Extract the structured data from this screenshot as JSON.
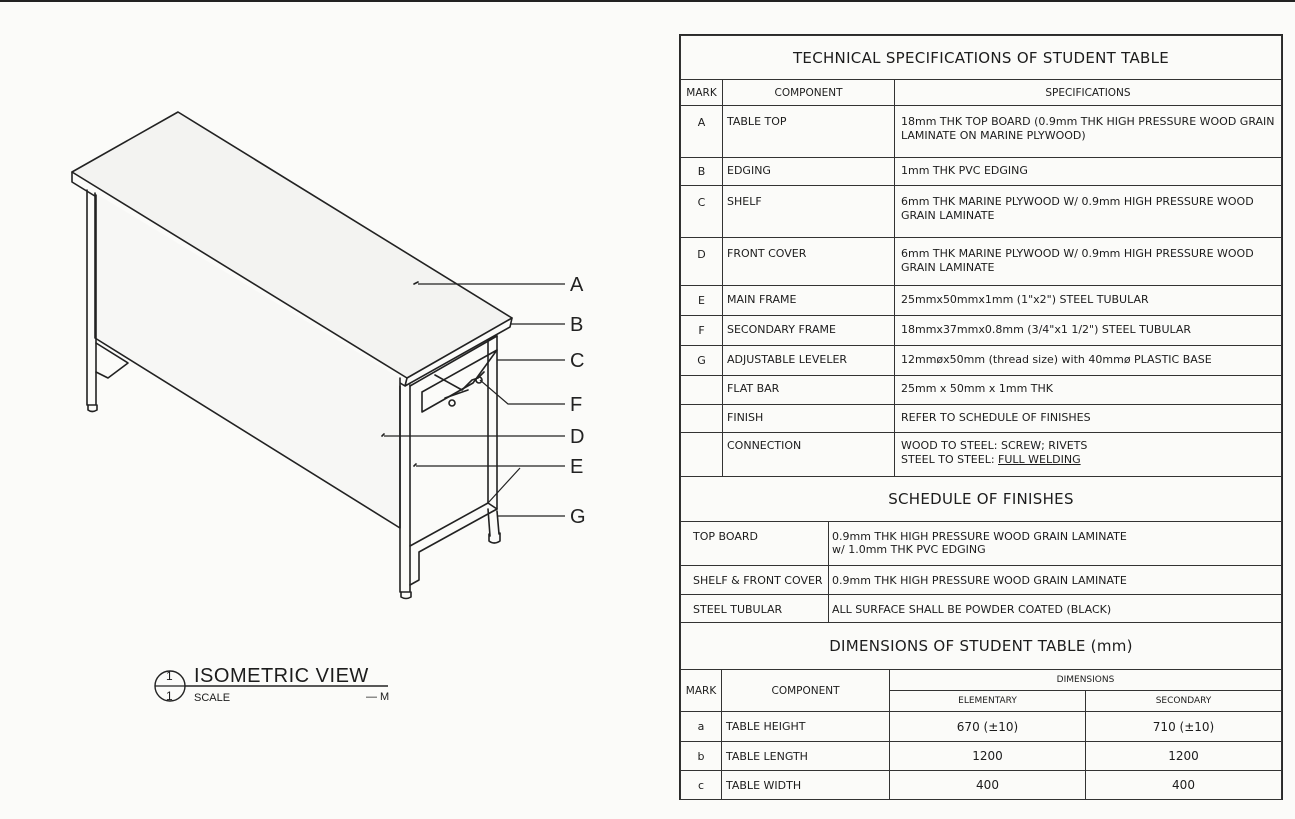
{
  "drawing": {
    "callouts": [
      "A",
      "B",
      "C",
      "D",
      "E",
      "F",
      "G"
    ],
    "view_title": {
      "number_top": "1",
      "number_bottom": "1",
      "title": "ISOMETRIC VIEW",
      "scale_label": "SCALE",
      "scale_value": "— M"
    }
  },
  "specs": {
    "title": "TECHNICAL  SPECIFICATIONS  OF  STUDENT  TABLE",
    "headers": {
      "mark": "MARK",
      "component": "COMPONENT",
      "specifications": "SPECIFICATIONS"
    },
    "rows": [
      {
        "mark": "A",
        "component": "TABLE TOP",
        "spec": "18mm THK TOP BOARD (0.9mm THK HIGH PRESSURE WOOD GRAIN LAMINATE ON MARINE PLYWOOD)"
      },
      {
        "mark": "B",
        "component": "EDGING",
        "spec": "1mm THK PVC EDGING"
      },
      {
        "mark": "C",
        "component": "SHELF",
        "spec": "6mm THK MARINE PLYWOOD W/ 0.9mm HIGH PRESSURE WOOD GRAIN LAMINATE"
      },
      {
        "mark": "D",
        "component": "FRONT COVER",
        "spec": "6mm THK MARINE PLYWOOD W/ 0.9mm HIGH PRESSURE WOOD GRAIN LAMINATE"
      },
      {
        "mark": "E",
        "component": "MAIN FRAME",
        "spec": "25mmx50mmx1mm (1\"x2\") STEEL TUBULAR"
      },
      {
        "mark": "F",
        "component": "SECONDARY FRAME",
        "spec": "18mmx37mmx0.8mm (3/4\"x1 1/2\") STEEL TUBULAR"
      },
      {
        "mark": "G",
        "component": "ADJUSTABLE LEVELER",
        "spec": "12mmøx50mm (thread size) with 40mmø PLASTIC BASE"
      },
      {
        "mark": "",
        "component": "FLAT BAR",
        "spec": "25mm x 50mm x 1mm THK"
      },
      {
        "mark": "",
        "component": "FINISH",
        "spec": "REFER TO SCHEDULE OF FINISHES"
      }
    ],
    "connection": {
      "component": "CONNECTION",
      "line1_prefix": "WOOD TO STEEL: SCREW; RIVETS",
      "line2_prefix": "STEEL TO STEEL: ",
      "line2_underlined": "FULL WELDING"
    }
  },
  "finishes": {
    "title": "SCHEDULE  OF  FINISHES",
    "rows": [
      {
        "item": "TOP BOARD",
        "value_line1": "0.9mm THK HIGH PRESSURE WOOD GRAIN LAMINATE",
        "value_line2": "w/ 1.0mm THK PVC EDGING"
      },
      {
        "item": "SHELF & FRONT COVER",
        "value_line1": "0.9mm THK HIGH PRESSURE WOOD GRAIN LAMINATE",
        "value_line2": ""
      },
      {
        "item": "STEEL TUBULAR",
        "value_line1": "ALL SURFACE SHALL BE POWDER COATED (BLACK)",
        "value_line2": ""
      }
    ]
  },
  "dimensions": {
    "title": "DIMENSIONS  OF  STUDENT  TABLE  (mm)",
    "headers": {
      "mark": "MARK",
      "component": "COMPONENT",
      "dimensions": "DIMENSIONS",
      "elementary": "ELEMENTARY",
      "secondary": "SECONDARY"
    },
    "rows": [
      {
        "mark": "a",
        "component": "TABLE HEIGHT",
        "elementary": "670 (±10)",
        "secondary": "710 (±10)"
      },
      {
        "mark": "b",
        "component": "TABLE LENGTH",
        "elementary": "1200",
        "secondary": "1200"
      },
      {
        "mark": "c",
        "component": "TABLE WIDTH",
        "elementary": "400",
        "secondary": "400"
      }
    ]
  }
}
